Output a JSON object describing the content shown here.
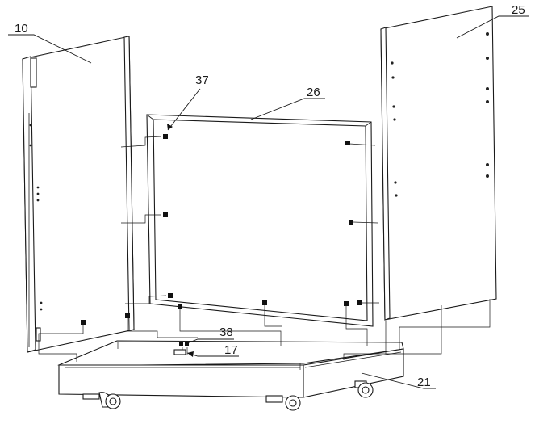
{
  "labels": {
    "side_panel_left": "10",
    "back_panel": "26",
    "side_panel_right": "25",
    "screw_top": "37",
    "screw_bottom": "38",
    "dowel": "17",
    "base": "21"
  }
}
